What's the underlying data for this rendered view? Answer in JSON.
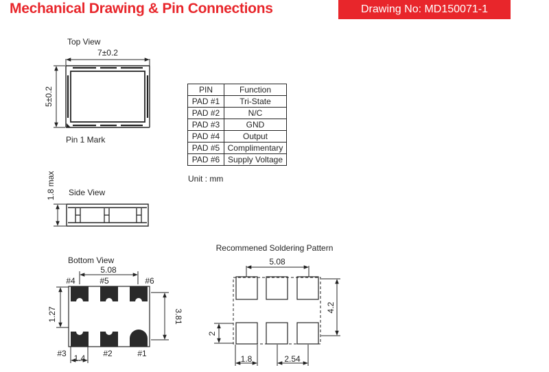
{
  "header": {
    "title": "Mechanical Drawing & Pin Connections",
    "drawing_no": "Drawing No: MD150071-1"
  },
  "top_view": {
    "label": "Top View",
    "width_dim": "7±0.2",
    "height_dim": "5±0.2",
    "pin1_label": "Pin 1 Mark"
  },
  "side_view": {
    "label": "Side View",
    "height_dim": "1.8 max"
  },
  "bottom_view": {
    "label": "Bottom View",
    "pitch_dim": "5.08",
    "row_gap_dim": "1.27",
    "row_pitch_dim": "3.81",
    "pad_width_dim": "1.4",
    "pads": {
      "p1": "#1",
      "p2": "#2",
      "p3": "#3",
      "p4": "#4",
      "p5": "#5",
      "p6": "#6"
    }
  },
  "pin_table": {
    "headers": [
      "PIN",
      "Function"
    ],
    "rows": [
      [
        "PAD #1",
        "Tri-State"
      ],
      [
        "PAD #2",
        "N/C"
      ],
      [
        "PAD #3",
        "GND"
      ],
      [
        "PAD #4",
        "Output"
      ],
      [
        "PAD #5",
        "Complimentary"
      ],
      [
        "PAD #6",
        "Supply Voltage"
      ]
    ],
    "unit": "Unit : mm"
  },
  "soldering": {
    "label": "Recommened Soldering Pattern",
    "pitch_dim": "5.08",
    "height_dim": "4.2",
    "pad_height_dim": "2",
    "pad_width_dim": "1.8",
    "pad_pitch_dim": "2.54"
  }
}
